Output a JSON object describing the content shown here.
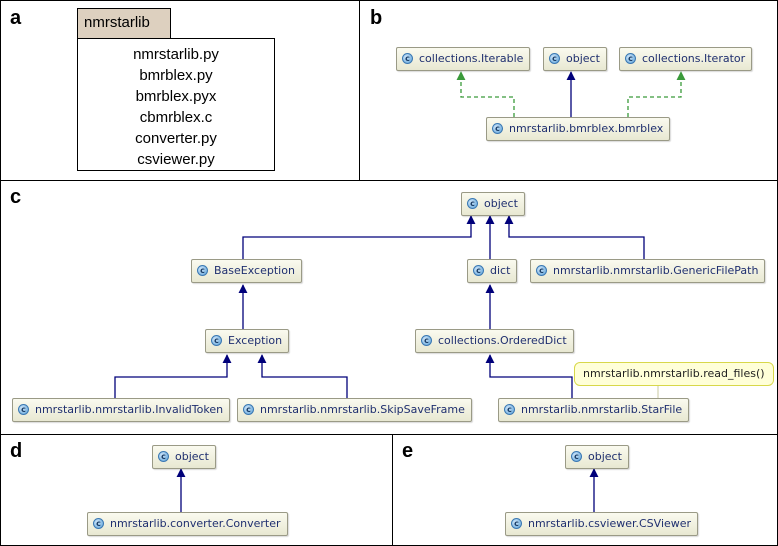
{
  "panels": {
    "a": {
      "label": "a",
      "package": "nmrstarlib",
      "files": [
        "nmrstarlib.py",
        "bmrblex.py",
        "bmrblex.pyx",
        "cbmrblex.c",
        "converter.py",
        "csviewer.py"
      ]
    },
    "b": {
      "label": "b",
      "classes": {
        "iterable": "collections.Iterable",
        "object": "object",
        "iterator": "collections.Iterator",
        "bmrblex": "nmrstarlib.bmrblex.bmrblex"
      }
    },
    "c": {
      "label": "c",
      "classes": {
        "object": "object",
        "base_exception": "BaseException",
        "dict": "dict",
        "generic_file_path": "nmrstarlib.nmrstarlib.GenericFilePath",
        "exception": "Exception",
        "ordered_dict": "collections.OrderedDict",
        "invalid_token": "nmrstarlib.nmrstarlib.InvalidToken",
        "skip_save_frame": "nmrstarlib.nmrstarlib.SkipSaveFrame",
        "star_file": "nmrstarlib.nmrstarlib.StarFile"
      },
      "note": "nmrstarlib.nmrstarlib.read_files()"
    },
    "d": {
      "label": "d",
      "classes": {
        "object": "object",
        "converter": "nmrstarlib.converter.Converter"
      }
    },
    "e": {
      "label": "e",
      "classes": {
        "object": "object",
        "csviewer": "nmrstarlib.csviewer.CSViewer"
      }
    }
  },
  "class_icon_glyph": "c",
  "colors": {
    "inheritance_arrow": "#00007a",
    "interface_arrow": "#3a9a3a",
    "tab_fill": "#ddd0bf",
    "class_text": "#1f2f6f",
    "note_fill": "#ffffd8"
  }
}
